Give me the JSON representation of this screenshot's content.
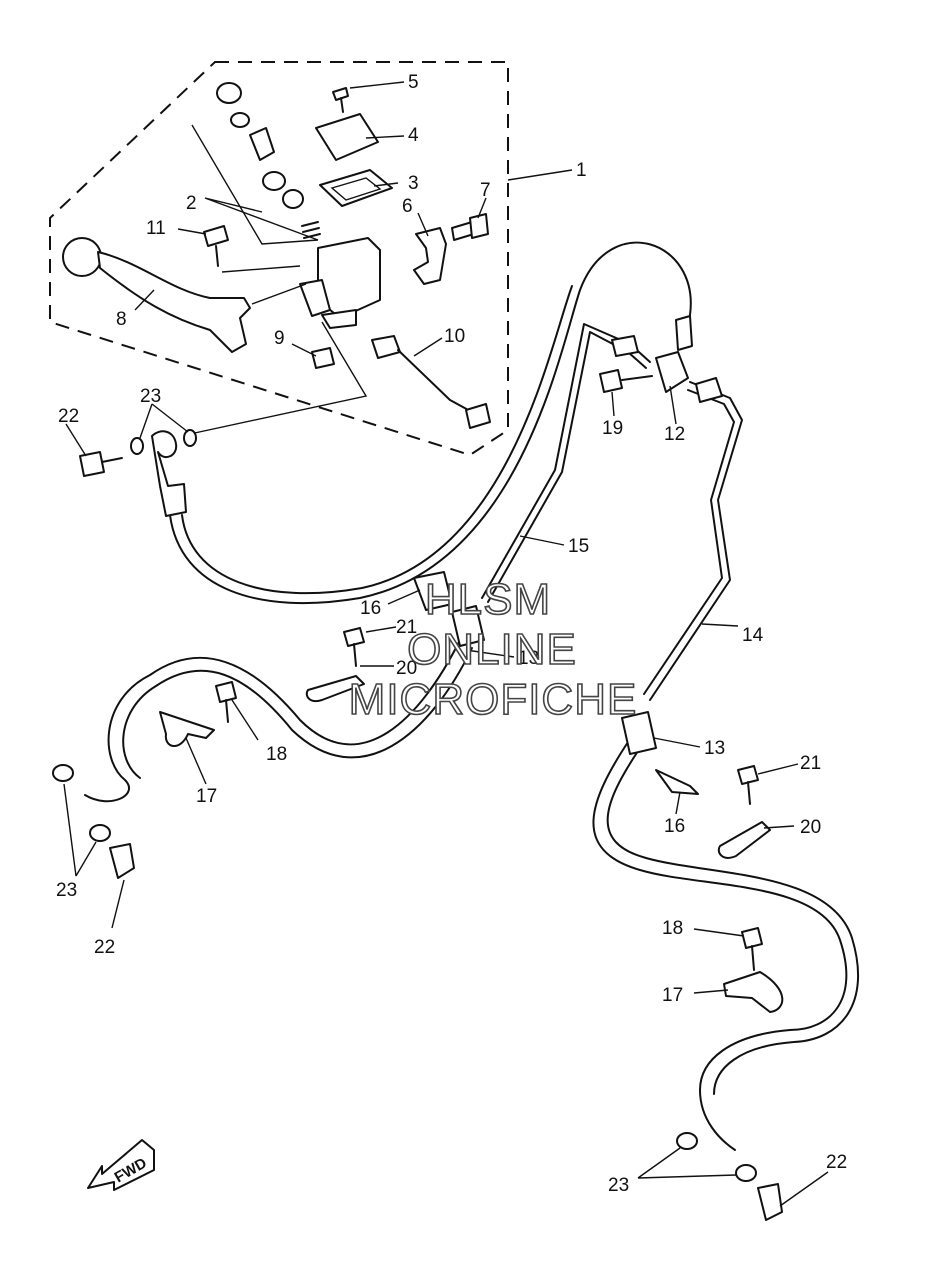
{
  "callouts": [
    "1",
    "2",
    "3",
    "4",
    "5",
    "6",
    "7",
    "8",
    "9",
    "10",
    "11",
    "12",
    "13",
    "14",
    "15",
    "16",
    "17",
    "18",
    "19",
    "20",
    "21",
    "22",
    "23"
  ],
  "labels": {
    "l1": "1",
    "l2": "2",
    "l3": "3",
    "l4": "4",
    "l5": "5",
    "l6": "6",
    "l7": "7",
    "l8": "8",
    "l9": "9",
    "l10": "10",
    "l11": "11",
    "l12": "12",
    "l13a": "13",
    "l13b": "13",
    "l14": "14",
    "l15": "15",
    "l16a": "16",
    "l16b": "16",
    "l17a": "17",
    "l17b": "17",
    "l18a": "18",
    "l18b": "18",
    "l19": "19",
    "l20a": "20",
    "l20b": "20",
    "l21a": "21",
    "l21b": "21",
    "l22a": "22",
    "l22b": "22",
    "l22c": "22",
    "l23a": "23",
    "l23b": "23",
    "l23c": "23"
  },
  "watermark": [
    "HLSM",
    "ONLINE",
    "MICROFICHE"
  ],
  "direction_badge": "FWD"
}
